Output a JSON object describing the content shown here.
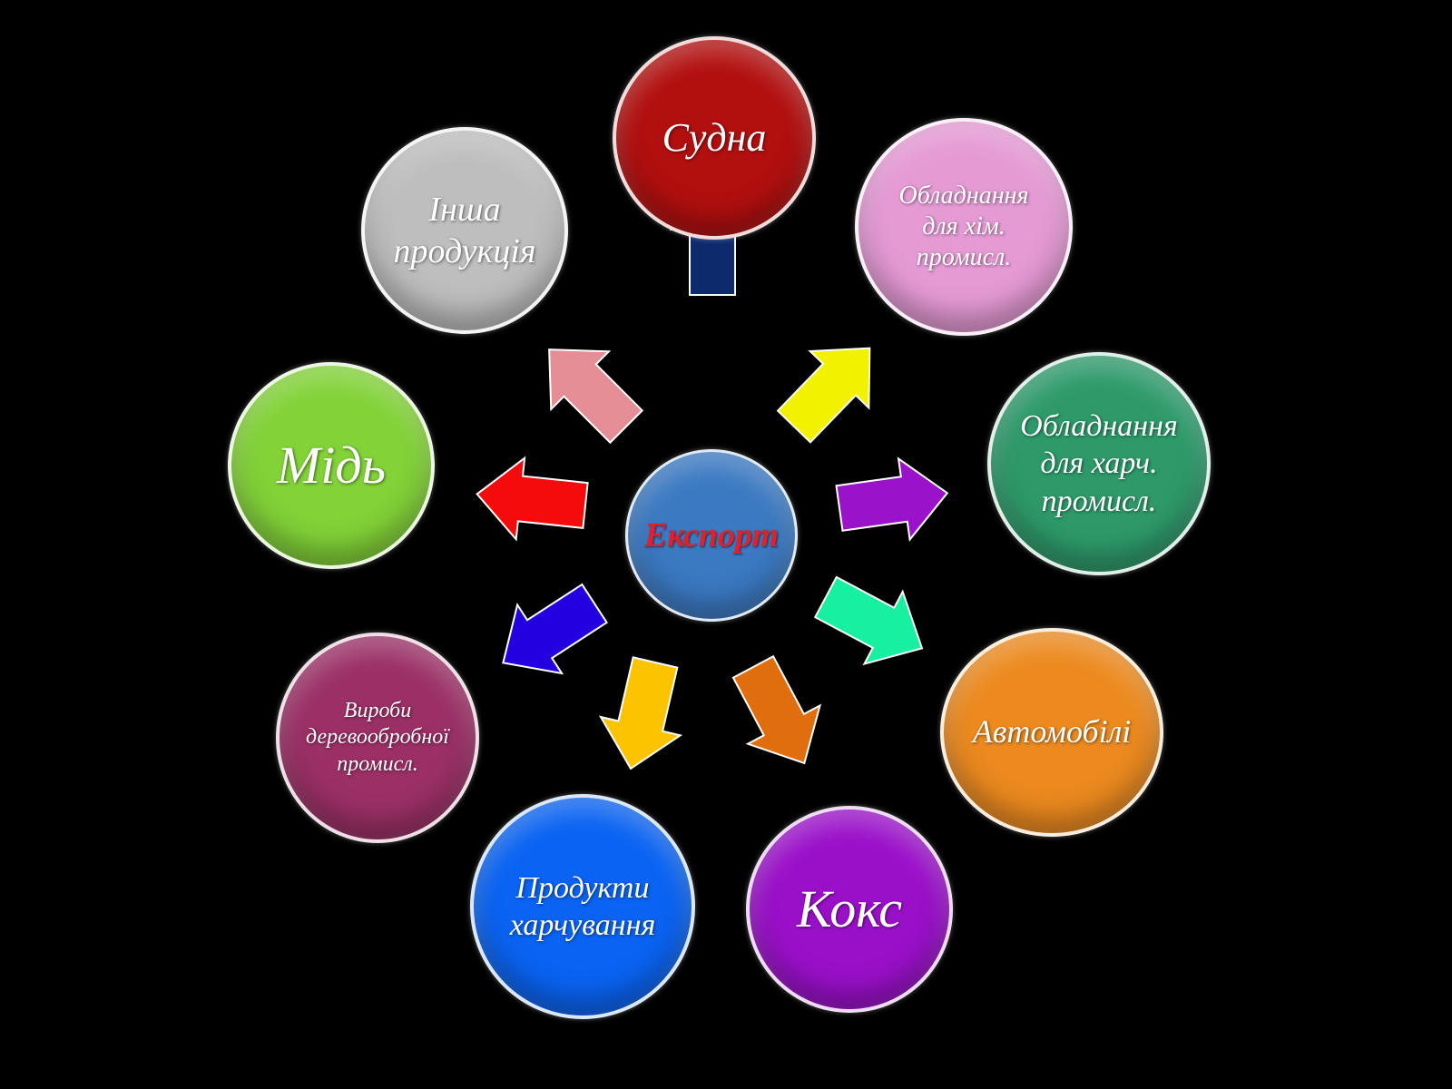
{
  "diagram": {
    "hub": {
      "label": "Експорт",
      "color": "#3b79c2",
      "text_color": "#e0202a"
    },
    "nodes": [
      {
        "id": "sudna",
        "label": "Судна",
        "color": "#b20f0f"
      },
      {
        "id": "obladnannia-khim",
        "label": "Обладнання\nдля хім.\nпромисл.",
        "color": "#e59ad4"
      },
      {
        "id": "obladnannia-kharch",
        "label": "Обладнання\nдля харч.\nпромисл.",
        "color": "#2e9a6a"
      },
      {
        "id": "avtomobili",
        "label": "Автомобілі",
        "color": "#ec8a1f"
      },
      {
        "id": "koks",
        "label": "Кокс",
        "color": "#9a10c9"
      },
      {
        "id": "produkty",
        "label": "Продукти\nхарчування",
        "color": "#0a63f2"
      },
      {
        "id": "vyroby",
        "label": "Вироби\nдеревообробної\nпромисл.",
        "color": "#9b3066"
      },
      {
        "id": "mid",
        "label": "Мідь",
        "color": "#82d238"
      },
      {
        "id": "insha",
        "label": "Інша\nпродукція",
        "color": "#bebebe"
      }
    ],
    "arrow_colors": {
      "up": "#0d2a6c",
      "up-right": "#f2f200",
      "right": "#9a12c9",
      "down-right": "#17f0a0",
      "down-right-low": "#e06e0c",
      "down": "#fcc400",
      "down-left": "#2200e0",
      "left": "#f50b0b",
      "up-left": "#e58e96"
    }
  }
}
